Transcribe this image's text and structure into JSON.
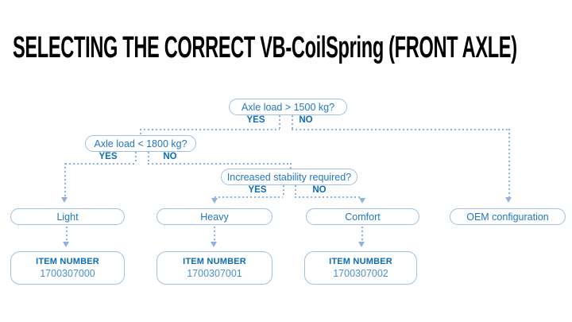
{
  "title": "SELECTING THE CORRECT VB-CoilSpring (FRONT AXLE)",
  "flow": {
    "q1": {
      "label": "Axle load > 1500 kg?",
      "yes": "YES",
      "no": "NO"
    },
    "q2": {
      "label": "Axle load < 1800 kg?",
      "yes": "YES",
      "no": "NO"
    },
    "q3": {
      "label": "Increased stability required?",
      "yes": "YES",
      "no": "NO"
    },
    "outcomes": {
      "light": {
        "label": "Light",
        "item_label": "ITEM NUMBER",
        "item_number": "1700307000"
      },
      "heavy": {
        "label": "Heavy",
        "item_label": "ITEM NUMBER",
        "item_number": "1700307001"
      },
      "comfort": {
        "label": "Comfort",
        "item_label": "ITEM NUMBER",
        "item_number": "1700307002"
      },
      "oem": {
        "label": "OEM configuration"
      }
    }
  },
  "colors": {
    "line_blue": "#8fb3dc",
    "border_blue": "#a0c0e4",
    "text_blue": "#2377c0",
    "bold_blue": "#0c6cb8",
    "number_blue": "#4a8fd1",
    "title_color": "#000000"
  }
}
